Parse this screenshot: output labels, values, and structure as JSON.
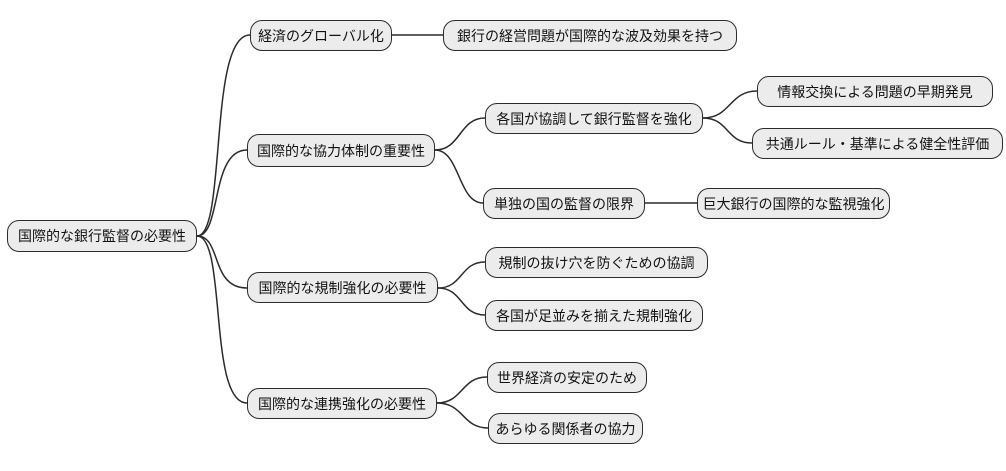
{
  "style": {
    "background": "#ffffff",
    "node_fill": "#ececec",
    "node_border": "#2b2b2b",
    "edge_color": "#2b2b2b"
  },
  "mindmap": {
    "root": {
      "label": "国際的な銀行監督の必要性"
    },
    "branches": [
      {
        "label": "経済のグローバル化",
        "children": [
          {
            "label": "銀行の経営問題が国際的な波及効果を持つ"
          }
        ]
      },
      {
        "label": "国際的な協力体制の重要性",
        "children": [
          {
            "label": "各国が協調して銀行監督を強化",
            "children": [
              {
                "label": "情報交換による問題の早期発見"
              },
              {
                "label": "共通ルール・基準による健全性評価"
              }
            ]
          },
          {
            "label": "単独の国の監督の限界",
            "children": [
              {
                "label": "巨大銀行の国際的な監視強化"
              }
            ]
          }
        ]
      },
      {
        "label": "国際的な規制強化の必要性",
        "children": [
          {
            "label": "規制の抜け穴を防ぐための協調"
          },
          {
            "label": "各国が足並みを揃えた規制強化"
          }
        ]
      },
      {
        "label": "国際的な連携強化の必要性",
        "children": [
          {
            "label": "世界経済の安定のため"
          },
          {
            "label": "あらゆる関係者の協力"
          }
        ]
      }
    ]
  }
}
